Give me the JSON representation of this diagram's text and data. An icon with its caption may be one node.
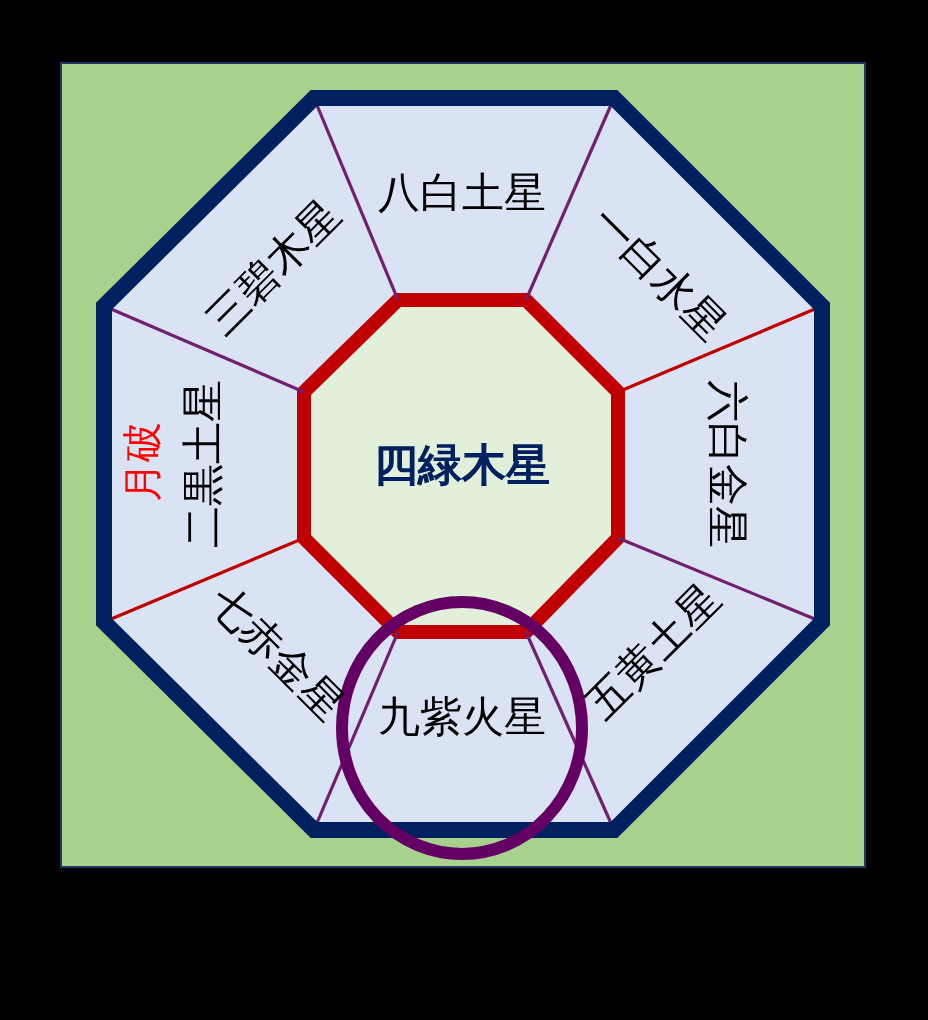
{
  "diagram": {
    "nodes": [
      {
        "text": [
          "三碧木星"
        ]
      },
      {
        "text": [
          "八白土星"
        ]
      },
      {
        "text": [
          "一白水星"
        ]
      },
      {
        "text": [
          "二黒土星",
          "月破"
        ]
      },
      {
        "text": [
          "四緑木星"
        ]
      },
      {
        "text": [
          "六白金星"
        ]
      },
      {
        "text": [
          "七赤金星"
        ]
      },
      {
        "text": [
          "九紫火星"
        ]
      },
      {
        "text": [
          "五黄土星"
        ]
      }
    ]
  }
}
